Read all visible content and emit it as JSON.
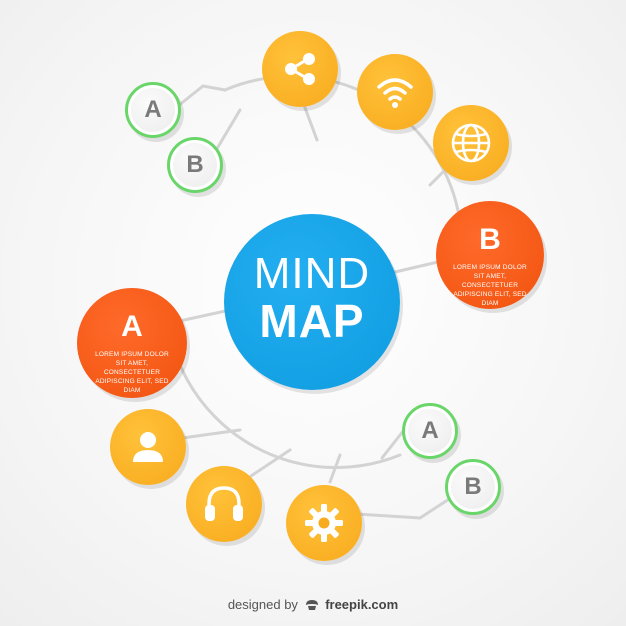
{
  "title_line1": "MIND",
  "title_line2": "MAP",
  "node_a": {
    "letter": "A",
    "text": "LOREM IPSUM DOLOR SIT AMET, CONSECTETUER ADIPISCING ELIT, SED DIAM"
  },
  "node_b": {
    "letter": "B",
    "text": "LOREM IPSUM DOLOR SIT AMET, CONSECTETUER ADIPISCING ELIT, SED DIAM"
  },
  "leaf_labels": {
    "top_a": "A",
    "top_b": "B",
    "bottom_a": "A",
    "bottom_b": "B"
  },
  "icons": {
    "top": [
      "share-icon",
      "wifi-icon",
      "globe-icon"
    ],
    "bottom": [
      "user-icon",
      "headphones-icon",
      "gear-icon"
    ]
  },
  "colors": {
    "center": "#14a3e6",
    "main_nodes": "#f5561a",
    "small_nodes": "#fbb025",
    "leaf_border": "#6ad66a",
    "connector": "#d3d3d3"
  },
  "credit": {
    "prefix": "designed by",
    "brand": "freepik.com"
  }
}
